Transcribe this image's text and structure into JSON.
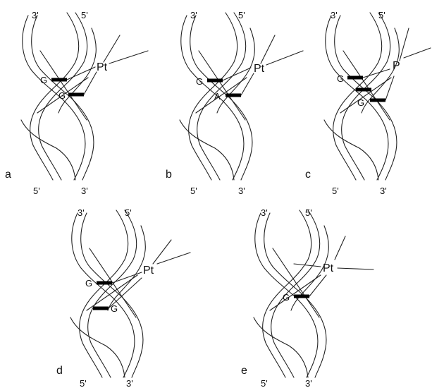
{
  "panels": [
    {
      "id": "a",
      "panel_label": "a",
      "top_left": "3'",
      "top_right": "5'",
      "bottom_left": "5'",
      "bottom_right": "3'",
      "metal": "Pt",
      "bases": [
        {
          "letter": "G"
        },
        {
          "letter": "G"
        }
      ]
    },
    {
      "id": "b",
      "panel_label": "b",
      "top_left": "3'",
      "top_right": "5'",
      "bottom_left": "5'",
      "bottom_right": "3'",
      "metal": "Pt",
      "bases": [
        {
          "letter": "G"
        },
        {
          "letter": "A"
        }
      ]
    },
    {
      "id": "c",
      "panel_label": "c",
      "top_left": "3'",
      "top_right": "5'",
      "bottom_left": "5'",
      "bottom_right": "3'",
      "metal": "P",
      "bases": [
        {
          "letter": "G"
        },
        {
          "letter": ""
        },
        {
          "letter": "G"
        }
      ]
    },
    {
      "id": "d",
      "panel_label": "d",
      "top_left": "3'",
      "top_right": "5'",
      "bottom_left": "5'",
      "bottom_right": "3'",
      "metal": "Pt",
      "bases": [
        {
          "letter": "G"
        },
        {
          "letter": "G"
        }
      ]
    },
    {
      "id": "e",
      "panel_label": "e",
      "top_left": "3'",
      "top_right": "5'",
      "bottom_left": "5'",
      "bottom_right": "3'",
      "metal": "Pt",
      "bases": [
        {
          "letter": "G"
        }
      ]
    }
  ]
}
